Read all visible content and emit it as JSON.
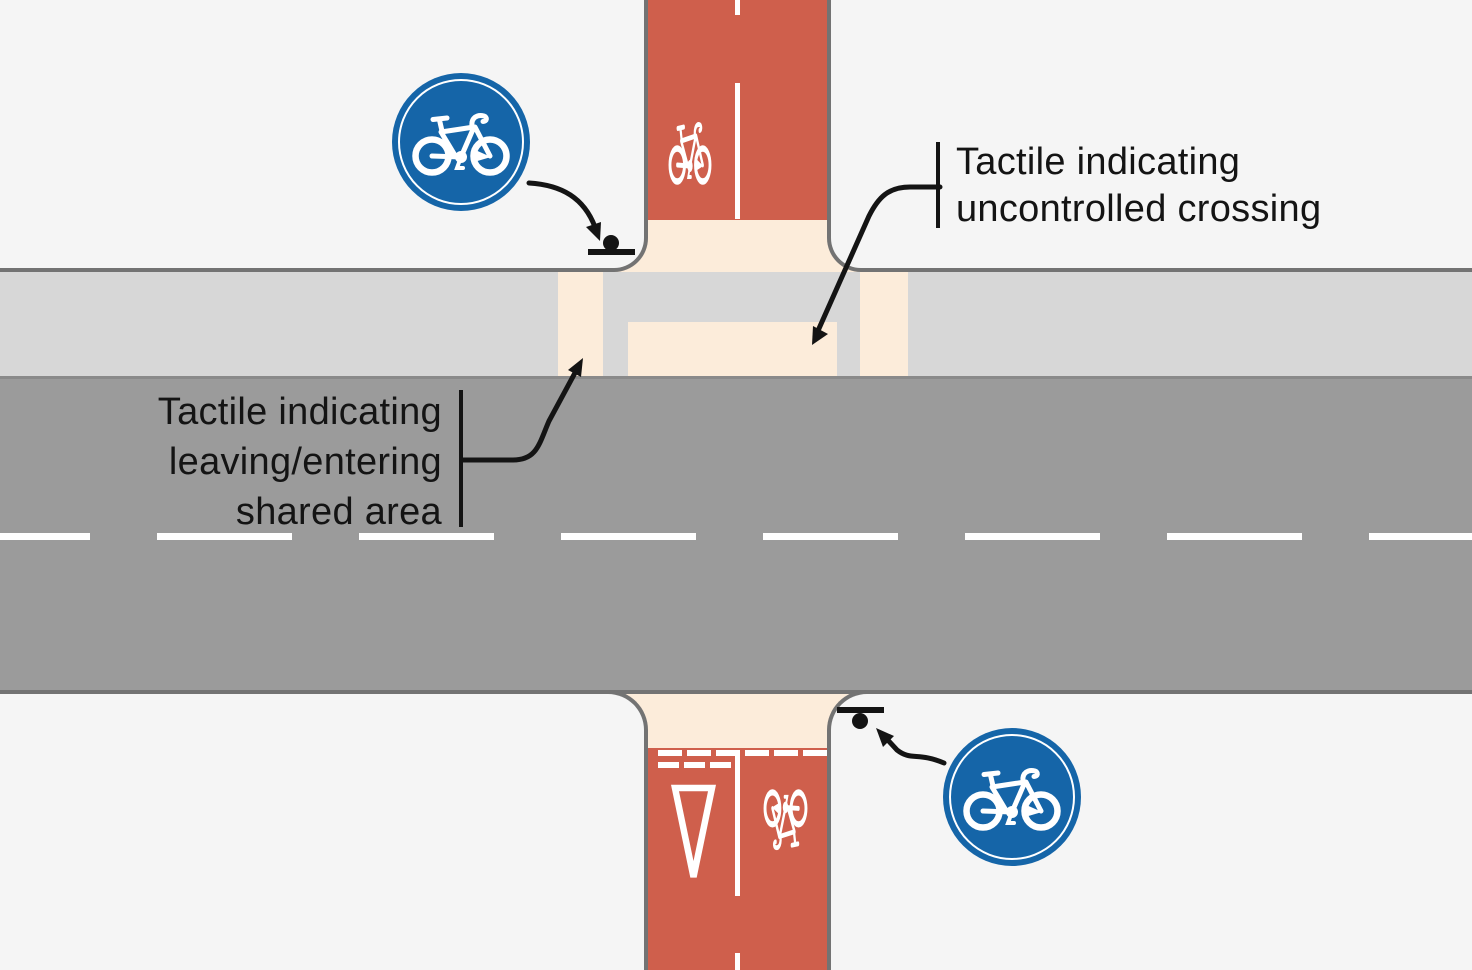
{
  "labels": {
    "uncontrolled": {
      "line1": "Tactile indicating",
      "line2": "uncontrolled crossing"
    },
    "shared": {
      "line1": "Tactile indicating",
      "line2": "leaving/entering",
      "line3": "shared area"
    }
  },
  "icons": {
    "sign_top": "mandatory-cycle-lane-sign",
    "sign_bottom": "mandatory-cycle-lane-sign",
    "path_symbol_top": "bicycle-pavement-marking",
    "path_symbol_bottom": "bicycle-pavement-marking-rotated",
    "giveway_symbol": "give-way-triangle-marking"
  },
  "colors": {
    "cycleway_red": "#cf5f4c",
    "tactile_cream": "#fcecda",
    "road_gray": "#9b9b9b",
    "road_edge_gray": "#8a8a8a",
    "footpath_gray": "#d7d7d7",
    "curb_gray": "#737373",
    "sign_blue": "#1565a8",
    "background": "#f5f5f5",
    "marking_white": "#ffffff",
    "annotation_black": "#141414"
  }
}
